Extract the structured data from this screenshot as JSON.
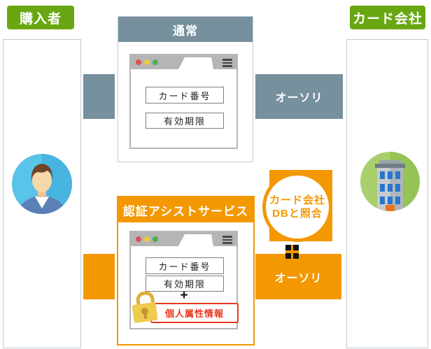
{
  "sides": {
    "buyer_label": "購入者",
    "card_company_label": "カード会社"
  },
  "normal": {
    "title": "通常",
    "fields": [
      "カード番号",
      "有効期限"
    ],
    "auth_label": "オーソリ"
  },
  "assist": {
    "title": "認証アシストサービス",
    "fields": [
      "カード番号",
      "有効期限"
    ],
    "plus": "+",
    "secure_field": "個人属性情報",
    "auth_label": "オーソリ",
    "db_line1": "カード会社",
    "db_line2": "DBと照合"
  },
  "colors": {
    "green": "#69A712",
    "slate": "#76909D",
    "orange": "#F39800",
    "red": "#E83820"
  }
}
